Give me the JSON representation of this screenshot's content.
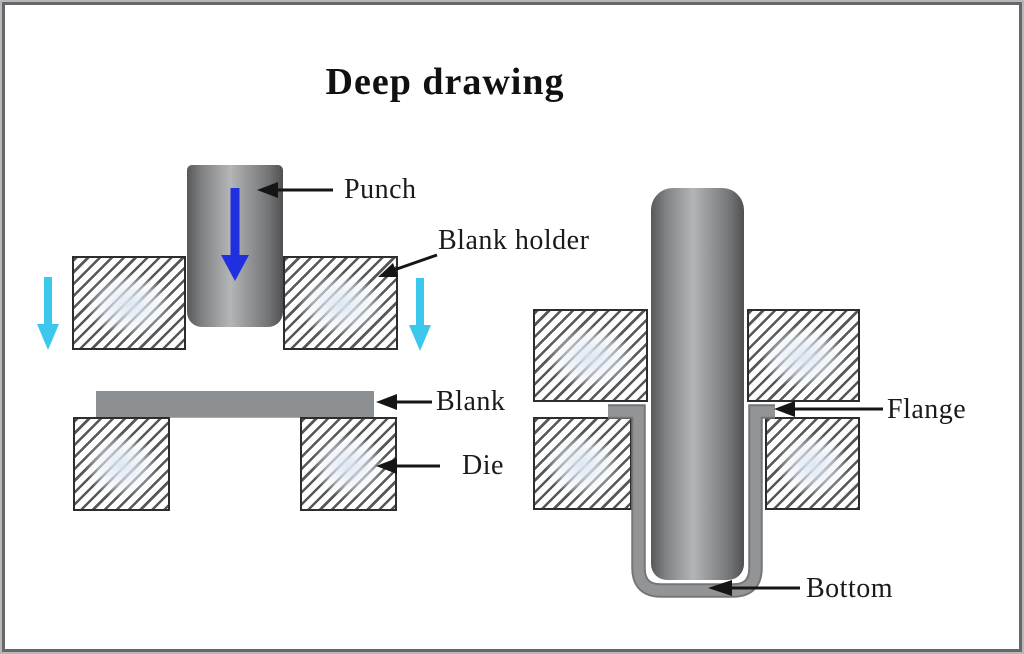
{
  "title": "Deep drawing",
  "left_diagram": {
    "labels": {
      "punch": "Punch",
      "blank_holder": "Blank holder",
      "blank": "Blank",
      "die": "Die"
    }
  },
  "right_diagram": {
    "labels": {
      "flange": "Flange",
      "bottom": "Bottom"
    }
  },
  "colors": {
    "punch_arrow_blue": "#2130de",
    "holder_arrow_cyan": "#3cc8ec",
    "pointer_black": "#151515",
    "metal_gray": "#8d9092",
    "cup_rim_gray": "#747678",
    "cup_fill_gray": "#929496",
    "frame_dark": "#67676b",
    "frame_light": "#b7b7ba"
  }
}
